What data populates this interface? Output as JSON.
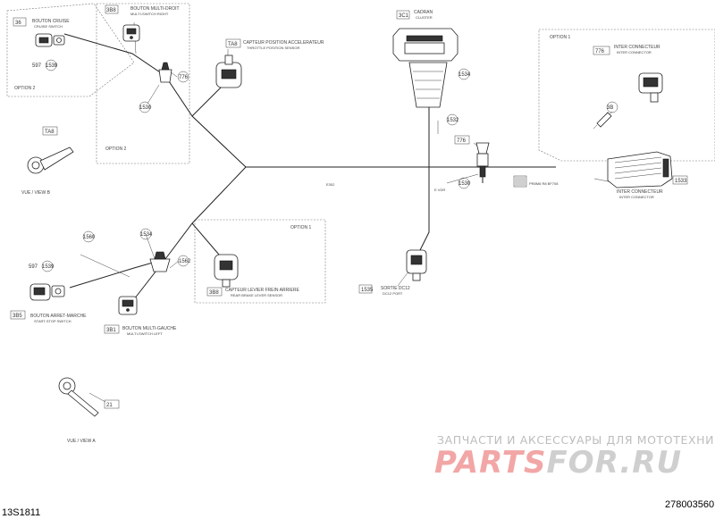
{
  "diagram": {
    "code_left": "13S1811",
    "code_right": "278003560",
    "watermark_line1": "ЗАПЧАСТИ И АКСЕССУАРЫ ДЛЯ МОТОТЕХНИКИ",
    "watermark_brand_a": "PARTS",
    "watermark_brand_b": "FOR.RU",
    "callouts": [
      "36",
      "3B8",
      "TA8",
      "597",
      "1539",
      "776",
      "1530",
      "1534",
      "1532",
      "776",
      "1530",
      "TA8",
      "1560",
      "597",
      "1539",
      "3B5",
      "3B1",
      "3B8",
      "1534",
      "1562",
      "776",
      "1535",
      "3B",
      "1533",
      "3C1",
      "21"
    ],
    "labels": {
      "option2_top": "OPTION 2",
      "option2_mid": "OPTION 2",
      "option1_mid": "OPTION 1",
      "option1_right": "OPTION 1",
      "cruise_fr": "BOUTON CRUISE",
      "cruise_en": "CRUISE SWITCH",
      "multiswitch_right_fr": "BOUTON MULTI-DROIT",
      "multiswitch_right_en": "MULTI-SWITCH RIGHT",
      "throttle_fr": "CAPTEUR POSITION ACCELERATEUR",
      "throttle_en": "THROTTLE POSITION SENSOR",
      "cluster_fr": "CADRAN",
      "cluster_en": "CLUSTER",
      "inter_conn_fr": "INTER CONNECTEUR",
      "inter_conn_en": "INTER CONNECTOR",
      "inter_conn2_fr": "INTER CONNECTEUR",
      "inter_conn2_en": "INTER CONNECTOR",
      "view_b": "VUE / VIEW B",
      "brake_fr": "CAPTEUR LEVIER FREIN ARRIERE",
      "brake_en": "REAR BRAKE LEVER SENSOR",
      "startstop_fr": "BOUTON ARRET-MARCHE",
      "startstop_en": "START-STOP SWITCH",
      "multiswitch_left_fr": "BOUTON MULTI-GAUCHE",
      "multiswitch_left_en": "MULTI-SWITCH LEFT",
      "socket_fr": "SORTIE DC12",
      "socket_en": "DC12 PORT",
      "view_a": "VUE / VIEW A",
      "wire_mid": "E302",
      "wire_code": "E VDR",
      "tag_code": "PR8M6 R8 BF708"
    }
  }
}
